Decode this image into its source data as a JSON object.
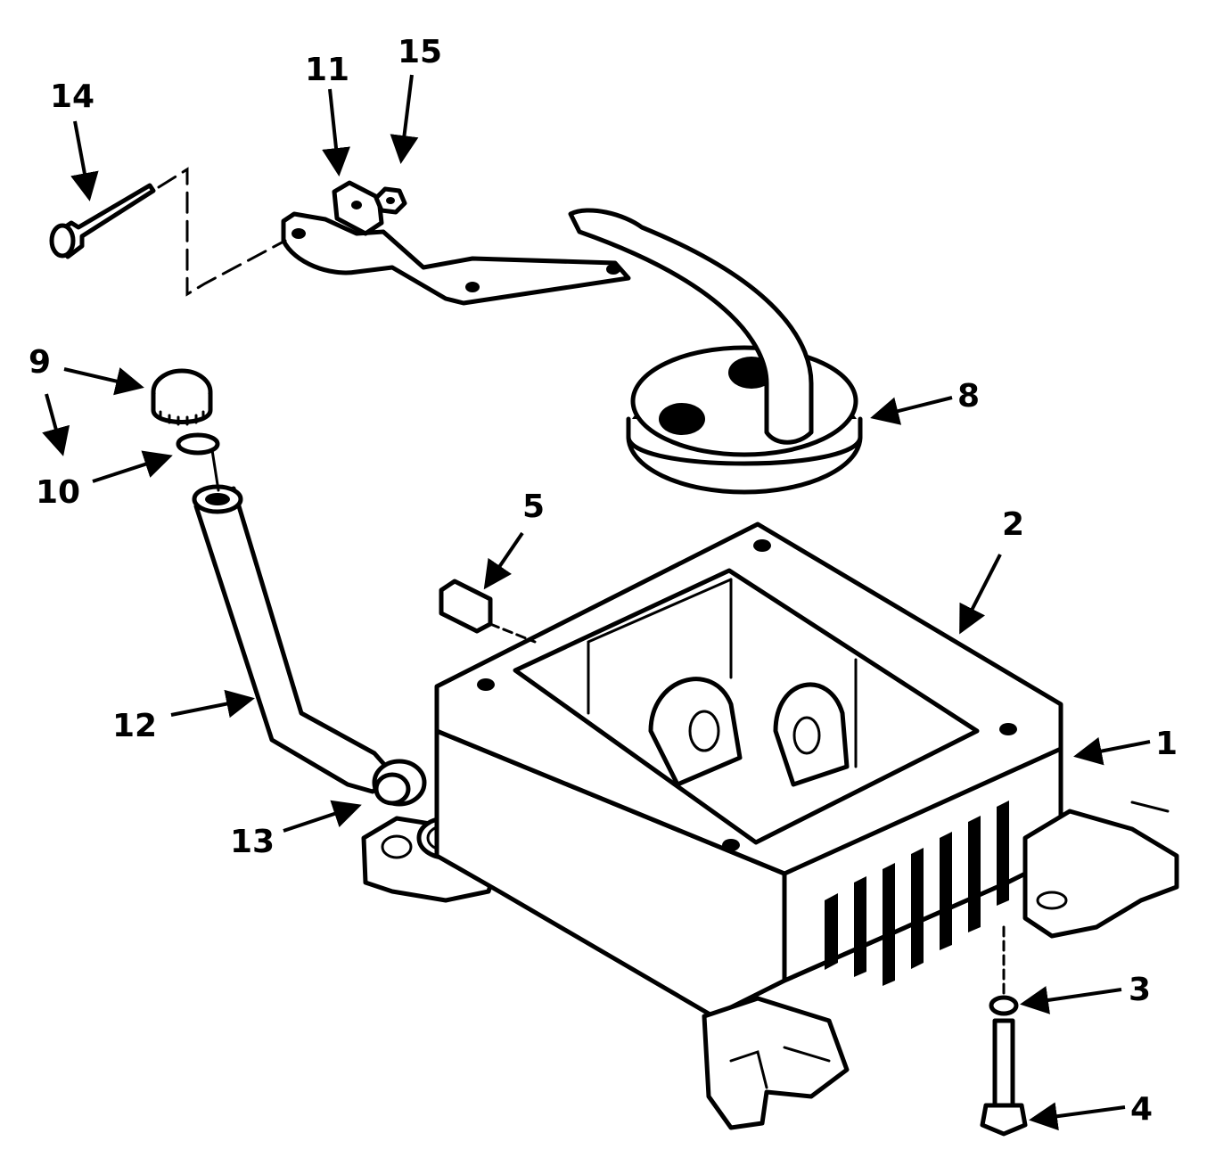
{
  "callouts": {
    "c1": "1",
    "c2": "2",
    "c3": "3",
    "c4": "4",
    "c5": "5",
    "c8": "8",
    "c9": "9",
    "c10": "10",
    "c11": "11",
    "c12": "12",
    "c13": "13",
    "c14": "14",
    "c15": "15"
  }
}
